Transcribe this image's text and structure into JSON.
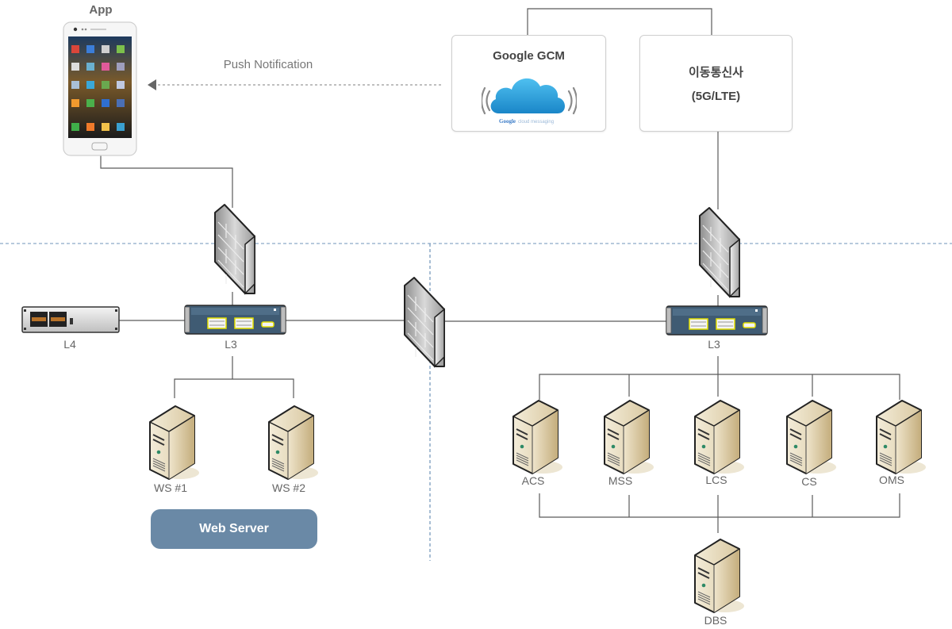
{
  "app": {
    "title": "App",
    "icon": "smartphone-icon"
  },
  "push": {
    "label": "Push Notification",
    "arrow_icon": "arrow-left-icon"
  },
  "cloud_providers": [
    {
      "title": "Google GCM",
      "subtitle": "",
      "icon": "cloud-icon",
      "icon_caption_brand": "Google",
      "icon_caption": "cloud messaging"
    },
    {
      "title": "이동통신사",
      "subtitle": "(5G/LTE)"
    }
  ],
  "left_zone": {
    "firewall_icon": "firewall-icon",
    "l4": {
      "label": "L4",
      "icon": "load-balancer-icon"
    },
    "l3": {
      "label": "L3",
      "icon": "switch-icon"
    },
    "servers": [
      {
        "label": "WS #1",
        "icon": "server-icon"
      },
      {
        "label": "WS #2",
        "icon": "server-icon"
      }
    ],
    "group_label": "Web Server"
  },
  "middle_firewall": {
    "icon": "firewall-icon"
  },
  "right_zone": {
    "firewall_icon": "firewall-icon",
    "l3": {
      "label": "L3",
      "icon": "switch-icon"
    },
    "servers": [
      {
        "label": "ACS",
        "icon": "server-icon"
      },
      {
        "label": "MSS",
        "icon": "server-icon"
      },
      {
        "label": "LCS",
        "icon": "server-icon"
      },
      {
        "label": "CS",
        "icon": "server-icon"
      },
      {
        "label": "OMS",
        "icon": "server-icon"
      }
    ],
    "database": {
      "label": "DBS",
      "icon": "database-server-icon"
    }
  },
  "colors": {
    "line": "#555555",
    "zone_divider": "#6f93b8",
    "pill": "#6a89a6",
    "cloud": "#29a3de",
    "server_body": "#e8dcc0",
    "switch_body": "#3d5a73",
    "firewall": "#a9a9a9"
  }
}
